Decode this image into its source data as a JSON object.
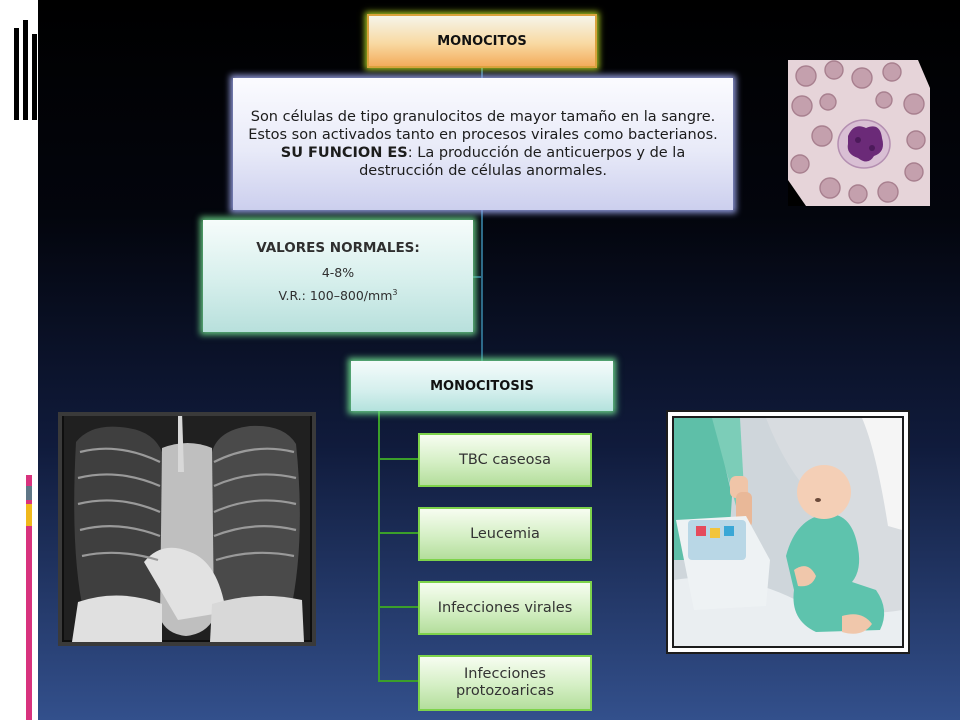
{
  "diagram": {
    "title": "MONOCITOS",
    "description": "Son células  de tipo granulocitos de mayor tamaño en la sangre. Estos son activados tanto en procesos virales como bacterianos.",
    "function_label": "SU FUNCION ES",
    "function_text": ": La producción de anticuerpos y de la destrucción de células anormales.",
    "normal_values": {
      "title": "VALORES NORMALES:",
      "percent": "4-8%",
      "reference": "V.R.: 100–800/mm",
      "reference_exponent": "3"
    },
    "condition": "MONOCITOSIS",
    "causes": [
      "TBC caseosa",
      "Leucemia",
      "Infecciones  virales",
      "Infecciones protozoaricas"
    ]
  },
  "images": {
    "top_right": "blood-smear-monocyte",
    "bottom_left": "chest-xray",
    "bottom_right": "child-patient-in-hospital-bed"
  },
  "theme": {
    "background_top": "#000000",
    "background_bottom": "#33508c",
    "left_bar": "#ffffff",
    "accent_pink": "#d8327e",
    "accent_yellow": "#f0b81c",
    "accent_slate": "#5f7686"
  }
}
